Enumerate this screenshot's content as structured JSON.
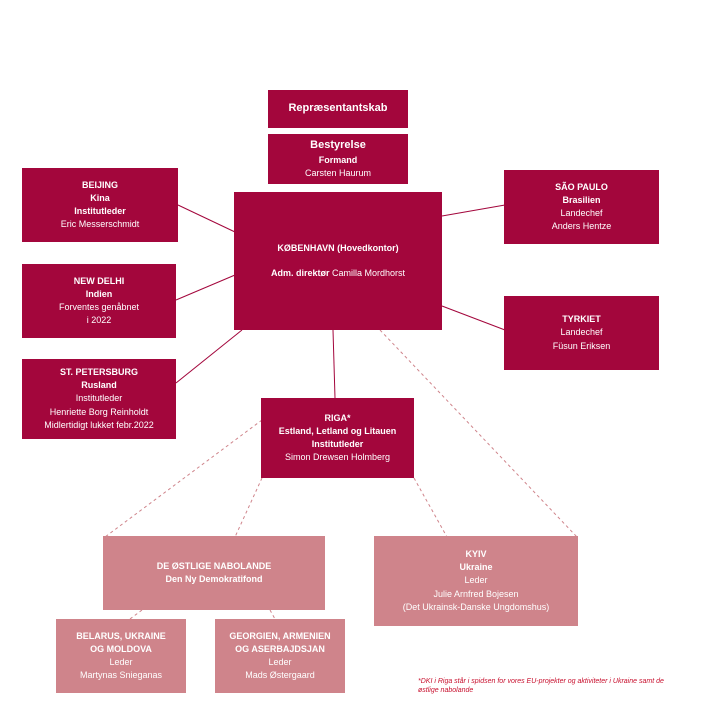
{
  "colors": {
    "dark": "#a3063c",
    "light": "#cf848b",
    "line": "#a3063c"
  },
  "repraesentantskab": {
    "title": "Repræsentantskab"
  },
  "bestyrelse": {
    "title": "Bestyrelse",
    "role": "Formand",
    "name": "Carsten Haurum"
  },
  "kobenhavn": {
    "title": "KØBENHAVN (Hovedkontor)",
    "role": "Adm. direktør",
    "name": "Camilla Mordhorst"
  },
  "beijing": {
    "city": "BEIJING",
    "country": "Kina",
    "role": "Institutleder",
    "name": "Eric Messerschmidt"
  },
  "newdelhi": {
    "city": "NEW DELHI",
    "country": "Indien",
    "note1": "Forventes genåbnet",
    "note2": "i 2022"
  },
  "stpetersburg": {
    "city": "ST. PETERSBURG",
    "country": "Rusland",
    "role": "Institutleder",
    "name": "Henriette Borg Reinholdt",
    "note": "Midlertidigt lukket febr.2022"
  },
  "saopaulo": {
    "city": "SÃO PAULO",
    "country": "Brasilien",
    "role": "Landechef",
    "name": "Anders Hentze"
  },
  "tyrkiet": {
    "city": "TYRKIET",
    "role": "Landechef",
    "name": "Füsun Eriksen"
  },
  "riga": {
    "city": "RIGA*",
    "countries": "Estland, Letland og Litauen",
    "role": "Institutleder",
    "name": "Simon Drewsen Holmberg"
  },
  "ostlige": {
    "title": "DE ØSTLIGE NABOLANDE",
    "subtitle": "Den Ny Demokratifond"
  },
  "kyiv": {
    "city": "KYIV",
    "country": "Ukraine",
    "role": "Leder",
    "name": "Julie Arnfred Bojesen",
    "org": "(Det Ukrainsk-Danske Ungdomshus)"
  },
  "belarus": {
    "line1": "BELARUS, UKRAINE",
    "line2": "OG MOLDOVA",
    "role": "Leder",
    "name": "Martynas Snieganas"
  },
  "georgien": {
    "line1": "GEORGIEN, ARMENIEN",
    "line2": "OG ASERBAJDSJAN",
    "role": "Leder",
    "name": "Mads Østergaard"
  },
  "footnote": "*DKI i Riga står i spidsen for vores EU-projekter og aktiviteter i Ukraine samt de østlige nabolande"
}
